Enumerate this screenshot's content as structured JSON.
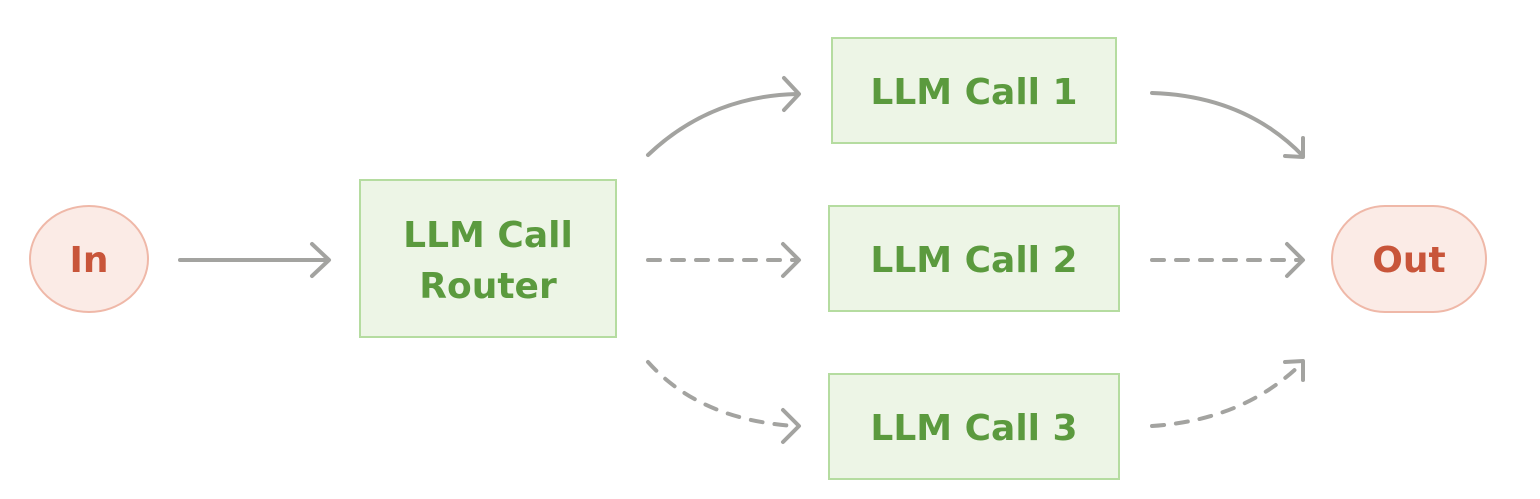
{
  "nodes": {
    "input": {
      "label": "In"
    },
    "router": {
      "line1": "LLM Call",
      "line2": "Router"
    },
    "call1": {
      "label": "LLM Call 1"
    },
    "call2": {
      "label": "LLM Call 2"
    },
    "call3": {
      "label": "LLM Call 3"
    },
    "output": {
      "label": "Out"
    }
  },
  "colors": {
    "terminal_fill": "#fbebe6",
    "terminal_stroke": "#efb8a8",
    "terminal_text": "#c8553a",
    "box_fill": "#edf5e6",
    "box_stroke": "#b5dca0",
    "box_text": "#5b9a3e",
    "arrow": "#a3a3a0"
  },
  "edges": [
    {
      "from": "input",
      "to": "router",
      "style": "solid"
    },
    {
      "from": "router",
      "to": "call1",
      "style": "solid"
    },
    {
      "from": "router",
      "to": "call2",
      "style": "dashed"
    },
    {
      "from": "router",
      "to": "call3",
      "style": "dashed"
    },
    {
      "from": "call1",
      "to": "output",
      "style": "solid"
    },
    {
      "from": "call2",
      "to": "output",
      "style": "dashed"
    },
    {
      "from": "call3",
      "to": "output",
      "style": "dashed"
    }
  ]
}
